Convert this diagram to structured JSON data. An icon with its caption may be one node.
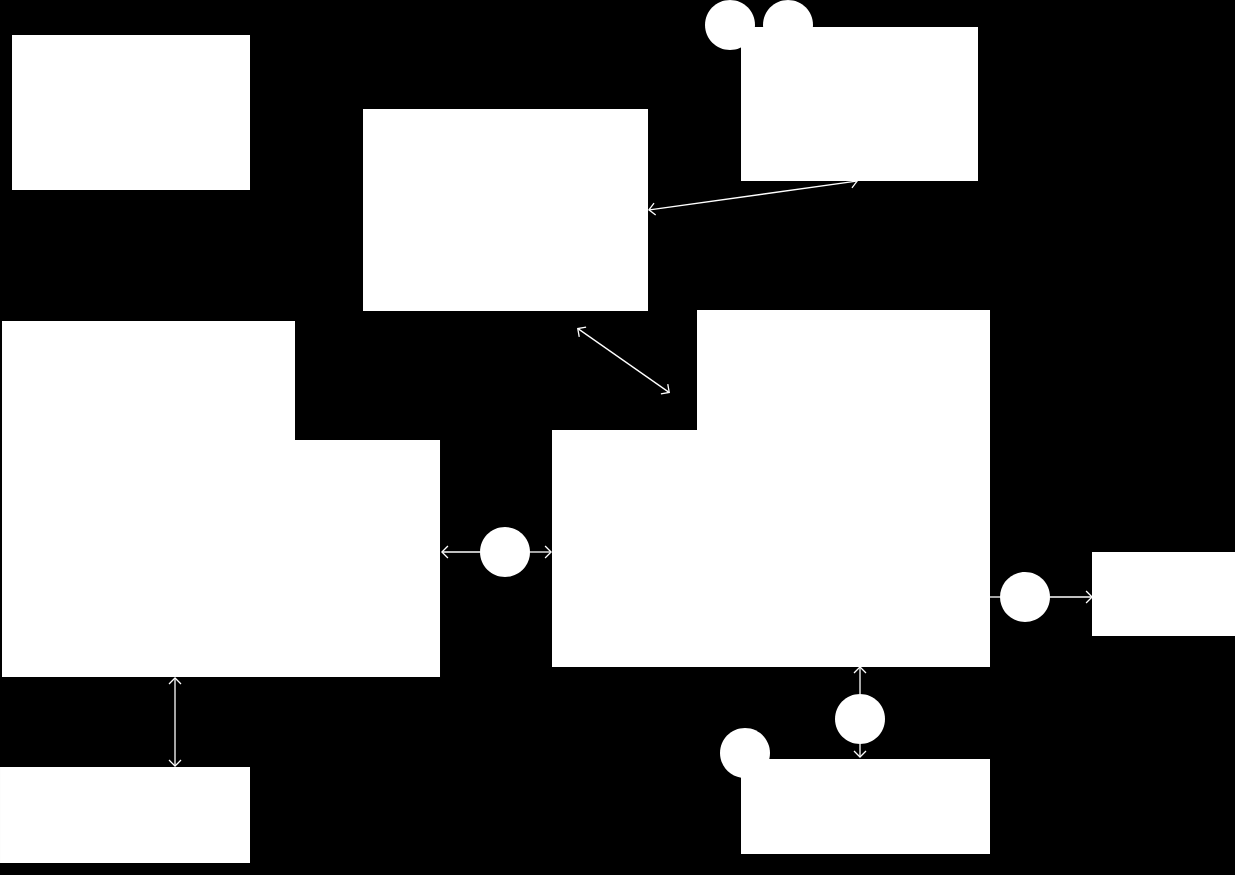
{
  "diagram": {
    "nodes": [
      {
        "text": [],
        "shape": "box"
      },
      {
        "text": [],
        "shape": "circle"
      },
      {
        "text": [],
        "shape": "circle"
      },
      {
        "text": [],
        "shape": "box"
      },
      {
        "text": [],
        "shape": "box"
      },
      {
        "text": [],
        "shape": "box"
      },
      {
        "text": [],
        "shape": "circle"
      },
      {
        "text": [],
        "shape": "box"
      },
      {
        "text": [],
        "shape": "circle"
      },
      {
        "text": [],
        "shape": "box"
      },
      {
        "text": [],
        "shape": "circle"
      },
      {
        "text": [],
        "shape": "circle"
      },
      {
        "text": [],
        "shape": "box"
      },
      {
        "text": [],
        "shape": "box"
      }
    ],
    "edges": [
      {
        "from": 3,
        "to": 4,
        "arrow": "both"
      },
      {
        "from": 4,
        "to": 7,
        "arrow": "both"
      },
      {
        "from": 6,
        "to": 5,
        "arrow": "to"
      },
      {
        "from": 6,
        "to": 7,
        "arrow": "to"
      },
      {
        "from": 5,
        "to": 12,
        "arrow": "both"
      },
      {
        "from": 7,
        "to": 8,
        "arrow": "none"
      },
      {
        "from": 8,
        "to": 9,
        "arrow": "to"
      },
      {
        "from": 10,
        "to": 7,
        "arrow": "to"
      },
      {
        "from": 10,
        "to": 13,
        "arrow": "to"
      }
    ]
  }
}
